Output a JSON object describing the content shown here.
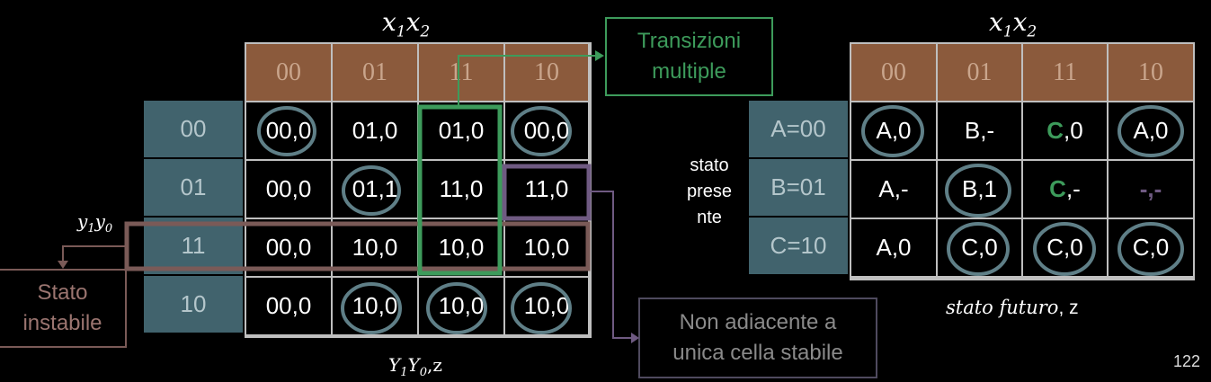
{
  "left": {
    "top_label_x": "x",
    "top_sub1": "1",
    "top_label_x2": "x",
    "top_sub2": "2",
    "col_headers": [
      "00",
      "01",
      "11",
      "10"
    ],
    "rows": [
      {
        "label": "00",
        "cells": [
          "00,0",
          "01,0",
          "01,0",
          "00,0"
        ]
      },
      {
        "label": "01",
        "cells": [
          "00,0",
          "01,1",
          "11,0",
          "11,0"
        ]
      },
      {
        "label": "11",
        "cells": [
          "00,0",
          "10,0",
          "10,0",
          "10,0"
        ]
      },
      {
        "label": "10",
        "cells": [
          "00,0",
          "10,0",
          "10,0",
          "10,0"
        ]
      }
    ],
    "side_label": {
      "y": "y",
      "s1": "1",
      "y0": "y",
      "s0": "0"
    },
    "bottom_label": {
      "Y": "Y",
      "s1": "1",
      "Y0": "Y",
      "s0": "0",
      "tail": ",z"
    }
  },
  "right": {
    "col_headers": [
      "00",
      "01",
      "11",
      "10"
    ],
    "rows": [
      {
        "label": "A=00",
        "cells": [
          {
            "a": "A",
            "b": ",0"
          },
          {
            "a": "B",
            "b": ",-"
          },
          {
            "a": "C",
            "b": ",0"
          },
          {
            "a": "A",
            "b": ",0"
          }
        ]
      },
      {
        "label": "B=01",
        "cells": [
          {
            "a": "A",
            "b": ",-"
          },
          {
            "a": "B",
            "b": ",1"
          },
          {
            "a": "C",
            "b": ",-"
          },
          {
            "a": "-,-",
            "b": ""
          }
        ]
      },
      {
        "label": "C=10",
        "cells": [
          {
            "a": "A",
            "b": ",0"
          },
          {
            "a": "C",
            "b": ",0"
          },
          {
            "a": "C",
            "b": ",0"
          },
          {
            "a": "C",
            "b": ",0"
          }
        ]
      }
    ],
    "side_label": [
      "stato",
      "prese",
      "nte"
    ],
    "bottom_label": {
      "text": "stato futuro",
      "tail": ", z"
    }
  },
  "callouts": {
    "transizioni": [
      "Transizioni",
      "multiple"
    ],
    "instabile": [
      "Stato",
      "instabile"
    ],
    "non_adiacente": [
      "Non adiacente a",
      "unica cella stabile"
    ]
  },
  "slide_number": "122",
  "colors": {
    "header": "#8b5a3c",
    "row_header": "#41636d",
    "green": "#3d9b5b",
    "brown": "#7a5a57",
    "purple": "#6f5a82",
    "circle": "#5f7f87"
  }
}
